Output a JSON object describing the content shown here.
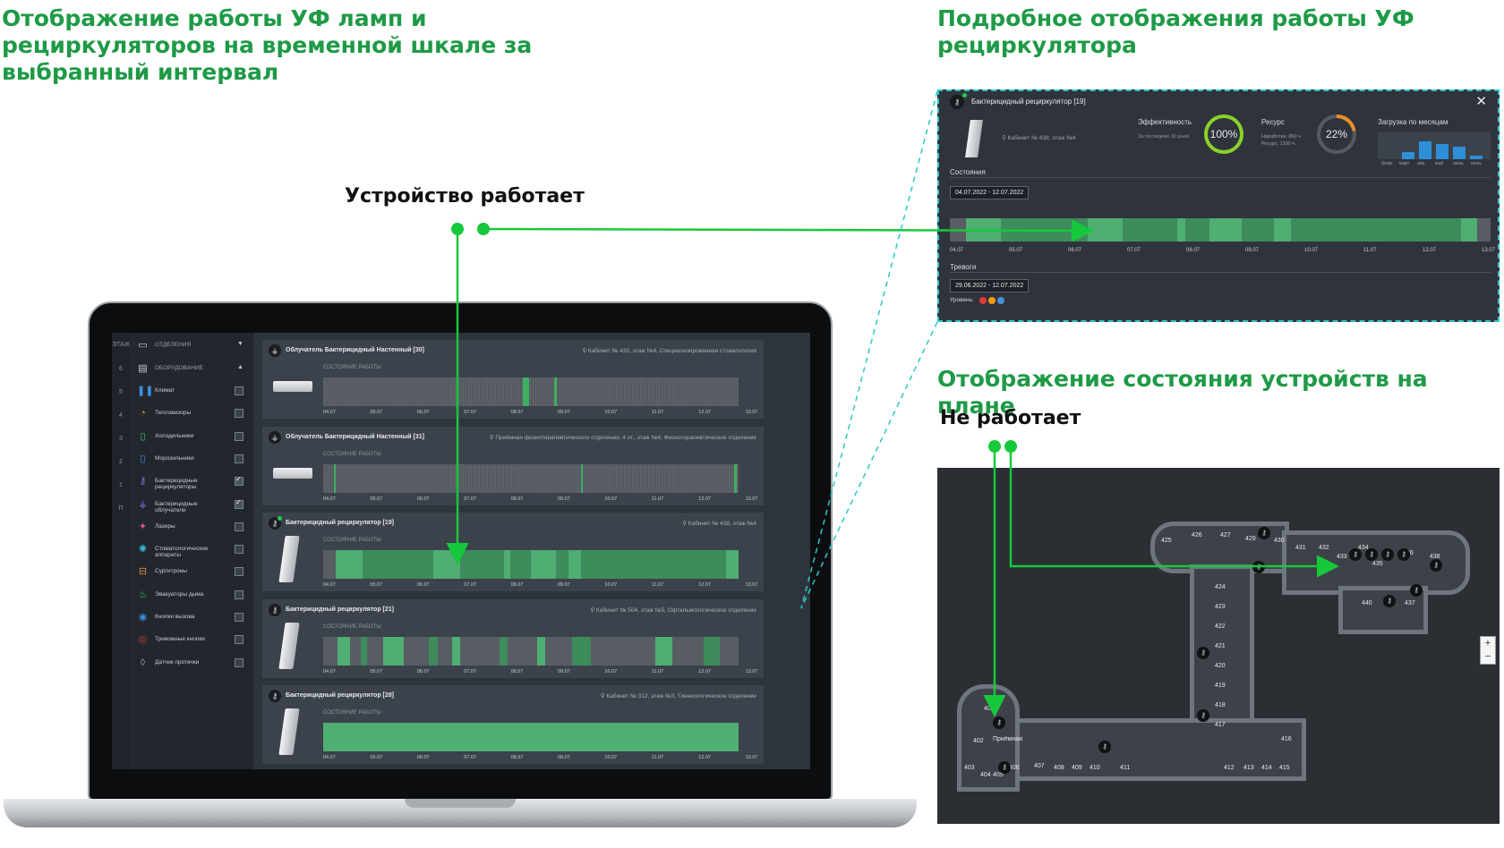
{
  "headings": {
    "main": "Отображение работы УФ ламп и рециркуляторов на временной шкале за выбранный интервал",
    "detail": "Подробное отображения работы УФ рециркулятора",
    "plan": "Отображение состояния устройств на плане"
  },
  "callouts": {
    "working": "Устройство работает",
    "not_working": "Не работает"
  },
  "sidebar": {
    "floor_header": "ЭТАЖ",
    "floors": [
      "6",
      "5",
      "4",
      "3",
      "2",
      "1",
      "П"
    ],
    "departments": "ОТДЕЛЕНИЯ",
    "equipment": "ОБОРУДОВАНИЕ",
    "items": [
      {
        "label": "Климат",
        "icon": "climate-icon",
        "checked": false
      },
      {
        "label": "Тепловизоры",
        "icon": "thermal-camera-icon",
        "checked": false
      },
      {
        "label": "Холодильники",
        "icon": "fridge-icon",
        "checked": false
      },
      {
        "label": "Морозильники",
        "icon": "freezer-icon",
        "checked": false
      },
      {
        "label": "Бактерицидные рециркуляторы",
        "icon": "recirculator-icon",
        "checked": true
      },
      {
        "label": "Бактерицидные облучатели",
        "icon": "irradiator-icon",
        "checked": true
      },
      {
        "label": "Лазеры",
        "icon": "laser-icon",
        "checked": false
      },
      {
        "label": "Стоматологические аппараты",
        "icon": "dental-icon",
        "checked": false
      },
      {
        "label": "Сургитроны",
        "icon": "surgitron-icon",
        "checked": false
      },
      {
        "label": "Эвакуаторы дыма",
        "icon": "smoke-evacuator-icon",
        "checked": false
      },
      {
        "label": "Кнопки вызова",
        "icon": "call-button-icon",
        "checked": false
      },
      {
        "label": "Тревожные кнопки",
        "icon": "alarm-button-icon",
        "checked": false
      },
      {
        "label": "Датчик протечки",
        "icon": "leak-sensor-icon",
        "checked": false
      }
    ]
  },
  "devices": [
    {
      "title": "Облучатель Бактерицидный Настенный [30]",
      "location": "Кабинет № 432, этаж №4, Специализированная стоматология",
      "status_label": "СОСТОЯНИЕ РАБОТЫ",
      "type": "irradiator",
      "online": false,
      "segments": [
        [
          0.48,
          0.495
        ],
        [
          0.555,
          0.562
        ]
      ]
    },
    {
      "title": "Облучатель Бактерицидный Настенный [31]",
      "location": "Приёмная физиотерапевтического отделения, 4 эт., этаж №4, Физиотерапевтическое отделение",
      "status_label": "СОСТОЯНИЕ РАБОТЫ",
      "type": "irradiator",
      "online": false,
      "segments": [
        [
          0.025,
          0.03
        ],
        [
          0.62,
          0.625
        ],
        [
          0.99,
          0.995
        ]
      ]
    },
    {
      "title": "Бактерицидный рециркулятор [19]",
      "location": "Кабинет № 438, этаж №4",
      "status_label": "СОСТОЯНИЕ РАБОТЫ",
      "type": "recirculator",
      "online": true,
      "segments": [
        [
          0.03,
          0.095
        ],
        [
          0.095,
          0.265
        ],
        [
          0.265,
          0.33
        ],
        [
          0.33,
          0.435
        ],
        [
          0.435,
          0.45
        ],
        [
          0.45,
          0.5
        ],
        [
          0.5,
          0.56
        ],
        [
          0.56,
          0.59
        ],
        [
          0.59,
          0.62
        ],
        [
          0.62,
          0.97
        ],
        [
          0.97,
          1.0
        ]
      ]
    },
    {
      "title": "Бактерицидный рециркулятор [21]",
      "location": "Кабинет № 504, этаж №5, Офтальмологическое отделение",
      "status_label": "СОСТОЯНИЕ РАБОТЫ",
      "type": "recirculator",
      "online": false,
      "segments": [
        [
          0.035,
          0.065
        ],
        [
          0.09,
          0.105
        ],
        [
          0.145,
          0.195
        ],
        [
          0.255,
          0.275
        ],
        [
          0.31,
          0.33
        ],
        [
          0.425,
          0.445
        ],
        [
          0.515,
          0.535
        ],
        [
          0.6,
          0.645
        ],
        [
          0.8,
          0.84
        ],
        [
          0.915,
          0.955
        ]
      ]
    },
    {
      "title": "Бактерицидный рециркулятор [28]",
      "location": "Кабинет № 312, этаж №3, Гинекологическое отделение",
      "status_label": "СОСТОЯНИЕ РАБОТЫ",
      "type": "recirculator",
      "online": false,
      "segments": [
        [
          0.0,
          1.0
        ]
      ]
    }
  ],
  "timeline_ticks": [
    "04.07",
    "05.07",
    "06.07",
    "07.07",
    "08.07",
    "09.07",
    "10.07",
    "11.07",
    "12.07",
    "13.07"
  ],
  "detail": {
    "title": "Бактерицидный рециркулятор [19]",
    "location": "Кабинет № 438, этаж №4",
    "efficiency_label": "Эффективность",
    "efficiency_sub": "За последние 30 дней",
    "efficiency_value": "100%",
    "efficiency_fraction": 1.0,
    "resource_label": "Ресурс",
    "resource_worked": "Наработка: 860 ч.",
    "resource_total": "Ресурс: 1100 ч.",
    "resource_value": "22%",
    "resource_fraction": 0.22,
    "monthly_label": "Загрузка по месяцам",
    "monthly_months": [
      "февр.",
      "март",
      "апр.",
      "май",
      "июнь",
      "июль"
    ],
    "monthly_values": [
      0,
      0.3,
      0.7,
      0.6,
      0.5,
      0.15
    ],
    "states_label": "Состояния",
    "states_range": "04.07.2022 - 12.07.2022",
    "ticks": [
      "04.07",
      "05.07",
      "06.07",
      "07.07",
      "08.07",
      "09.07",
      "10.07",
      "11.07",
      "12.07",
      "13.07"
    ],
    "segments": [
      [
        0.03,
        0.095
      ],
      [
        0.095,
        0.255
      ],
      [
        0.255,
        0.32
      ],
      [
        0.32,
        0.42
      ],
      [
        0.42,
        0.435
      ],
      [
        0.435,
        0.48
      ],
      [
        0.48,
        0.54
      ],
      [
        0.54,
        0.6
      ],
      [
        0.6,
        0.63
      ],
      [
        0.63,
        0.945
      ],
      [
        0.945,
        0.975
      ]
    ],
    "alarms_label": "Тревоги",
    "alarms_range": "29.06.2022 - 12.07.2022",
    "level_label": "Уровень:",
    "level_colors": [
      "#e53935",
      "#f39c12",
      "#4a90d9"
    ]
  },
  "plan": {
    "rooms": [
      "425",
      "426",
      "427",
      "429",
      "430",
      "431",
      "432",
      "433",
      "434",
      "435",
      "436",
      "437",
      "438",
      "440",
      "424",
      "423",
      "422",
      "421",
      "420",
      "419",
      "418",
      "417",
      "416",
      "401",
      "402",
      "403",
      "404",
      "405",
      "406",
      "407",
      "408",
      "409",
      "410",
      "411",
      "412",
      "413",
      "414",
      "415"
    ],
    "reception": "Приёмная",
    "zoom_in": "+",
    "zoom_out": "−"
  },
  "colors": {
    "accent_green": "#1e9a46",
    "indicator_green": "#16c93b",
    "bar_off": "#575d63",
    "bar_on": "#3e8b5c",
    "bar_on_bright": "#4fae72",
    "dashed_cyan": "#2dc8c8"
  }
}
